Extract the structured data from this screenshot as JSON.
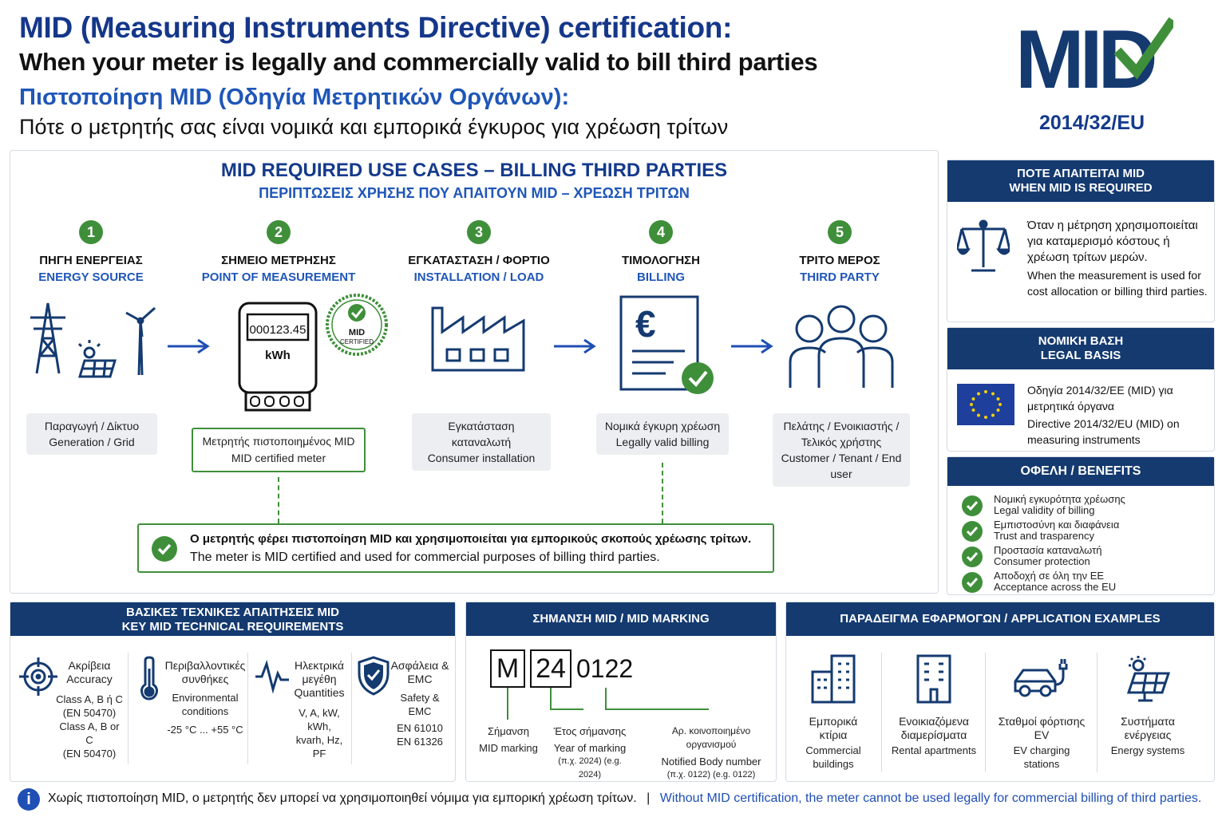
{
  "header": {
    "title_en": "MID (Measuring Instruments Directive) certification:",
    "subtitle_en": "When your meter is legally and commercially valid to bill third parties",
    "title_gr": "Πιστοποίηση MID (Οδηγία Μετρητικών Οργάνων):",
    "subtitle_gr": "Πότε ο μετρητής σας είναι νομικά και εμπορικά έγκυρος για χρέωση τρίτων",
    "logo_text": "MID",
    "logo_ref": "2014/32/EU"
  },
  "use_cases": {
    "title": "MID REQUIRED USE CASES – BILLING THIRD PARTIES",
    "subtitle": "ΠΕΡΙΠΤΩΣΕΙΣ ΧΡΗΣΗΣ ΠΟΥ ΑΠΑΙΤΟΥΝ MID – ΧΡΕΩΣΗ ΤΡΙΤΩΝ",
    "steps": [
      {
        "num": "1",
        "gr": "ΠΗΓΗ ΕΝΕΡΓΕΙΑΣ",
        "en": "ENERGY SOURCE",
        "box_gr": "Παραγωγή / Δίκτυο",
        "box_en": "Generation / Grid"
      },
      {
        "num": "2",
        "gr": "ΣΗΜΕΙΟ ΜΕΤΡΗΣΗΣ",
        "en": "POINT OF MEASUREMENT",
        "box_gr": "Μετρητής πιστοποιημένος MID",
        "box_en": "MID certified meter"
      },
      {
        "num": "3",
        "gr": "ΕΓΚΑΤΑΣΤΑΣΗ / ΦΟΡΤΙΟ",
        "en": "INSTALLATION / LOAD",
        "box_gr": "Εγκατάσταση καταναλωτή",
        "box_en": "Consumer installation"
      },
      {
        "num": "4",
        "gr": "ΤΙΜΟΛΟΓΗΣΗ",
        "en": "BILLING",
        "box_gr": "Νομικά έγκυρη χρέωση",
        "box_en": "Legally valid billing"
      },
      {
        "num": "5",
        "gr": "ΤΡΙΤΟ ΜΕΡΟΣ",
        "en": "THIRD PARTY",
        "box_gr": "Πελάτης / Ενοικιαστής / Τελικός χρήστης",
        "box_en": "Customer / Tenant / End user"
      }
    ],
    "meter_reading": "000123.45",
    "meter_unit": "kWh",
    "stamp_line1": "MID",
    "stamp_line2": "CERTIFIED",
    "invoice_symbol": "€",
    "note_gr": "Ο μετρητής φέρει πιστοποίηση MID και χρησιμοποιείται για εμπορικούς σκοπούς χρέωσης τρίτων.",
    "note_en": "The meter is MID certified and used for commercial purposes of billing third parties."
  },
  "when_required": {
    "header_gr": "ΠΟΤΕ ΑΠΑΙΤΕΙΤΑΙ MID",
    "header_en": "WHEN MID IS REQUIRED",
    "text_gr": "Όταν η μέτρηση χρησιμοποιείται για καταμερισμό κόστους ή χρέωση τρίτων μερών.",
    "text_en": "When the measurement is used for cost allocation or billing third parties."
  },
  "legal_basis": {
    "header_gr": "ΝΟΜΙΚΗ ΒΑΣΗ",
    "header_en": "LEGAL BASIS",
    "text_gr": "Οδηγία 2014/32/ΕΕ (MID) για μετρητικά όργανα",
    "text_en": "Directive 2014/32/EU (MID) on measuring instruments"
  },
  "benefits": {
    "header": "ΟΦΕΛΗ / BENEFITS",
    "items": [
      {
        "gr": "Νομική εγκυρότητα χρέωσης",
        "en": "Legal validity of billing"
      },
      {
        "gr": "Εμπιστοσύνη και διαφάνεια",
        "en": "Trust and trasparency"
      },
      {
        "gr": "Προστασία καταναλωτή",
        "en": "Consumer protection"
      },
      {
        "gr": "Αποδοχή σε όλη την ΕΕ",
        "en": "Acceptance across the EU"
      }
    ]
  },
  "tech": {
    "header_gr": "ΒΑΣΙΚΕΣ ΤΕΧΝΙΚΕΣ ΑΠΑΙΤΗΣΕΙΣ MID",
    "header_en": "KEY MID TECHNICAL REQUIREMENTS",
    "items": [
      {
        "title_gr": "Ακρίβεια",
        "title_en": "Accuracy",
        "l1": "Class A, B ή C",
        "l2": "(EN 50470)",
        "l3": "Class A, B or C",
        "l4": "(EN 50470)"
      },
      {
        "title_gr": "Περιβαλλοντικές συνθήκες",
        "title_en": "Environmental conditions",
        "l1": "-25 °C ... +55 °C",
        "l2": "",
        "l3": "",
        "l4": ""
      },
      {
        "title_gr": "Ηλεκτρικά μεγέθη",
        "title_en": "Quantities",
        "l1": "V, A, kW, kWh,",
        "l2": "kvarh, Hz, PF",
        "l3": "",
        "l4": ""
      },
      {
        "title_gr": "Ασφάλεια &",
        "title_en": "EMC",
        "l1": "Safety & EMC",
        "l2": "EN 61010",
        "l3": "EN 61326",
        "l4": ""
      }
    ]
  },
  "marking": {
    "header": "ΣΗΜΑΝΣΗ MID / MID MARKING",
    "m": "M",
    "year": "24",
    "nb": "0122",
    "labels": [
      {
        "gr": "Σήμανση",
        "en": "MID marking"
      },
      {
        "gr": "Έτος σήμανσης",
        "en": "Year of marking",
        "ex": "(π.χ. 2024) (e.g. 2024)"
      },
      {
        "gr": "Αρ. κοινοποιημένο οργανισμού",
        "en": "Notified Body number",
        "ex": "(π.χ. 0122) (e.g. 0122)"
      }
    ]
  },
  "examples": {
    "header": "ΠΑΡΑΔΕΙΓΜΑ ΕΦΑΡΜΟΓΩΝ / APPLICATION EXAMPLES",
    "items": [
      {
        "gr": "Εμπορικά κτίρια",
        "en": "Commercial buildings"
      },
      {
        "gr": "Ενοικιαζόμενα διαμερίσματα",
        "en": "Rental apartments"
      },
      {
        "gr": "Σταθμοί φόρτισης EV",
        "en": "EV charging stations"
      },
      {
        "gr": "Συστήματα ενέργειας",
        "en": "Energy systems"
      }
    ]
  },
  "footer": {
    "info_icon": "i",
    "text_gr": "Χωρίς πιστοποίηση MID, ο μετρητής δεν μπορεί να χρησιμοποιηθεί νόμιμα για εμπορική χρέωση τρίτων.",
    "separator": "|",
    "text_en": "Without MID certification, the meter cannot be used legally for commercial billing of third parties."
  }
}
